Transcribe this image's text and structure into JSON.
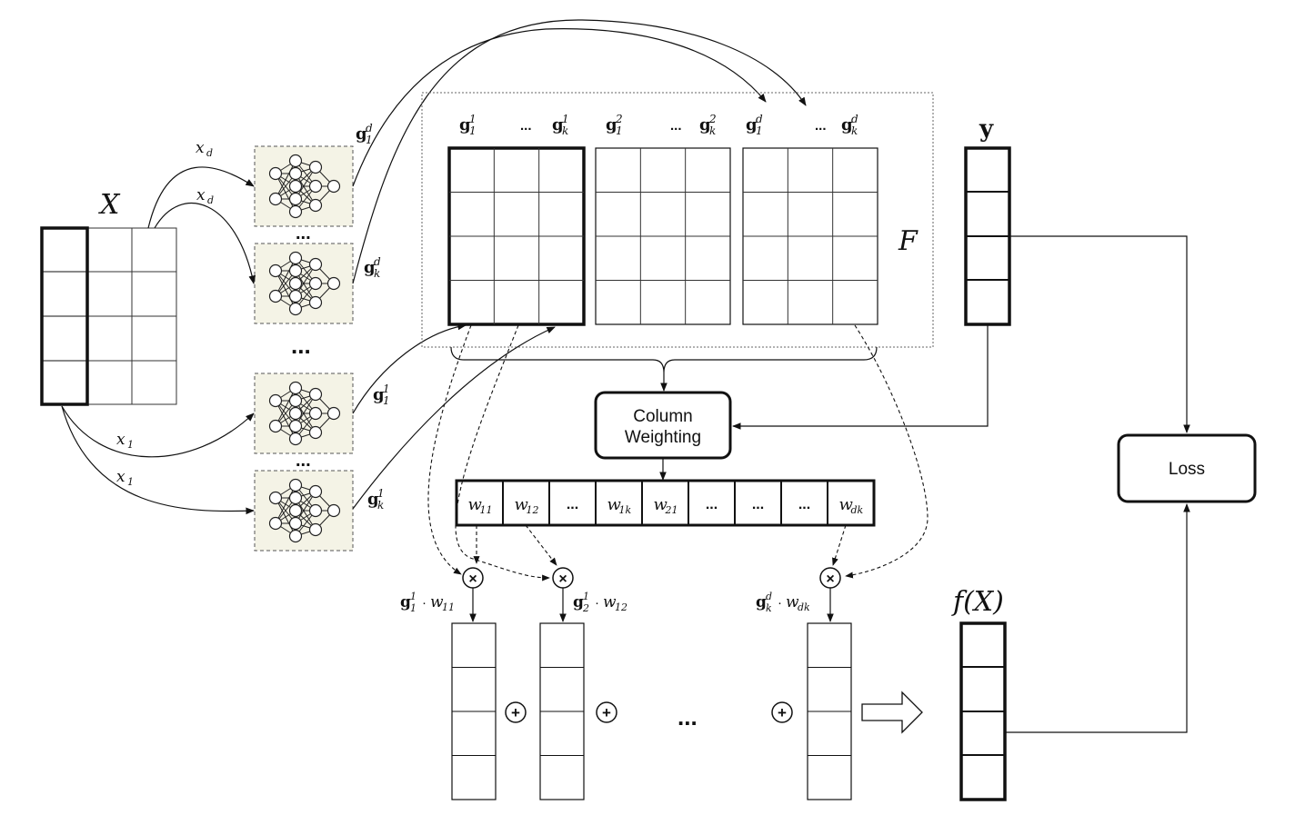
{
  "labels": {
    "X": "X",
    "F": "F",
    "y": "y",
    "fX": "f(X)",
    "xd_top": "x",
    "xd_sub": "d",
    "x1_sub": "1",
    "g": "g",
    "ellipsis": "...",
    "dots_vertical": "...",
    "dots_mid": "...",
    "dots_bottom": "..."
  },
  "column_headers": [
    {
      "base": "g",
      "sub": "1",
      "sup": "1"
    },
    {
      "base": "...",
      "sub": "",
      "sup": ""
    },
    {
      "base": "g",
      "sub": "k",
      "sup": "1"
    },
    {
      "base": "g",
      "sub": "1",
      "sup": "2"
    },
    {
      "base": "...",
      "sub": "",
      "sup": ""
    },
    {
      "base": "g",
      "sub": "k",
      "sup": "2"
    },
    {
      "base": "g",
      "sub": "1",
      "sup": "d"
    },
    {
      "base": "...",
      "sub": "",
      "sup": ""
    },
    {
      "base": "g",
      "sub": "k",
      "sup": "d"
    }
  ],
  "network_outputs": [
    {
      "base": "g",
      "sub": "1",
      "sup": "d"
    },
    {
      "base": "g",
      "sub": "k",
      "sup": "d"
    },
    {
      "base": "g",
      "sub": "1",
      "sup": "1"
    },
    {
      "base": "g",
      "sub": "k",
      "sup": "1"
    }
  ],
  "column_weighting": {
    "line1": "Column",
    "line2": "Weighting"
  },
  "loss": {
    "label": "Loss"
  },
  "weights": [
    {
      "base": "w",
      "sub": "11"
    },
    {
      "base": "w",
      "sub": "12"
    },
    {
      "base": "...",
      "sub": ""
    },
    {
      "base": "w",
      "sub": "1k"
    },
    {
      "base": "w",
      "sub": "21"
    },
    {
      "base": "...",
      "sub": ""
    },
    {
      "base": "...",
      "sub": ""
    },
    {
      "base": "...",
      "sub": ""
    },
    {
      "base": "w",
      "sub": "dk"
    }
  ],
  "products": [
    {
      "g_sub": "1",
      "g_sup": "1",
      "w_sub": "11"
    },
    {
      "g_sub": "2",
      "g_sup": "1",
      "w_sub": "12"
    },
    {
      "g_sub": "k",
      "g_sup": "d",
      "w_sub": "dk"
    }
  ],
  "operators": {
    "times": "×",
    "plus": "+"
  }
}
